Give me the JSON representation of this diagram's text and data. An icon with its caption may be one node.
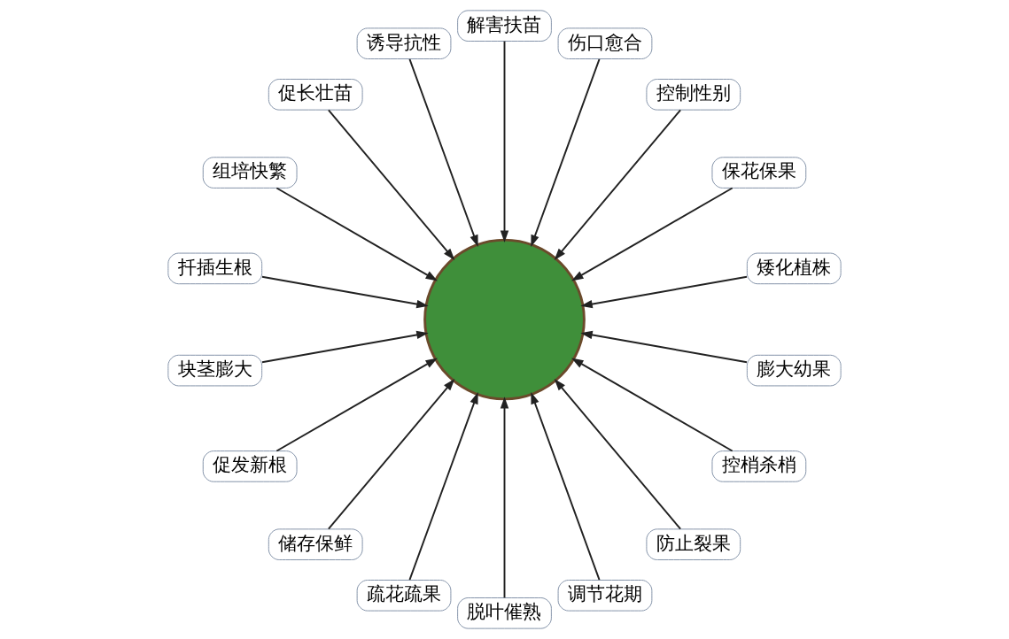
{
  "diagram": {
    "nodes": [
      {
        "text": [
          "矮化植株"
        ]
      },
      {
        "text": [
          "膨大幼果"
        ]
      },
      {
        "text": [
          "保花保果"
        ]
      },
      {
        "text": [
          "控制性别"
        ]
      },
      {
        "text": [
          "控梢杀梢"
        ]
      },
      {
        "text": [
          "伤口愈合"
        ]
      },
      {
        "text": [
          "防止裂果"
        ]
      },
      {
        "text": [
          "解害扶苗"
        ]
      },
      {
        "text": [
          "调节花期"
        ]
      },
      {
        "text": [
          "诱导抗性"
        ]
      },
      {
        "text": [
          "脱叶催熟"
        ]
      },
      {
        "text": [
          "促长壮苗"
        ]
      },
      {
        "text": [
          "疏花疏果"
        ]
      },
      {
        "text": [
          "储存保鲜"
        ]
      },
      {
        "text": [
          "组培快繁"
        ]
      },
      {
        "text": [
          "促发新根"
        ]
      },
      {
        "text": [
          "扦插生根"
        ]
      },
      {
        "text": [
          "块茎膨大"
        ]
      },
      {
        "text": [],
        "shape": "picture"
      }
    ],
    "edges": [
      {
        "from": 0,
        "to": 18,
        "arrow": "to"
      },
      {
        "from": 1,
        "to": 18,
        "arrow": "to"
      },
      {
        "from": 2,
        "to": 18,
        "arrow": "to"
      },
      {
        "from": 3,
        "to": 18,
        "arrow": "to"
      },
      {
        "from": 4,
        "to": 18,
        "arrow": "to"
      },
      {
        "from": 5,
        "to": 18,
        "arrow": "to"
      },
      {
        "from": 6,
        "to": 18,
        "arrow": "to"
      },
      {
        "from": 7,
        "to": 18,
        "arrow": "to"
      },
      {
        "from": 8,
        "to": 18,
        "arrow": "to"
      },
      {
        "from": 9,
        "to": 18,
        "arrow": "to"
      },
      {
        "from": 10,
        "to": 18,
        "arrow": "to"
      },
      {
        "from": 11,
        "to": 18,
        "arrow": "to"
      },
      {
        "from": 12,
        "to": 18,
        "arrow": "to"
      },
      {
        "from": 13,
        "to": 18,
        "arrow": "to"
      },
      {
        "from": 14,
        "to": 18,
        "arrow": "to"
      },
      {
        "from": 15,
        "to": 18,
        "arrow": "to"
      },
      {
        "from": 16,
        "to": 18,
        "arrow": "to"
      },
      {
        "from": 17,
        "to": 18,
        "arrow": "to"
      }
    ]
  }
}
